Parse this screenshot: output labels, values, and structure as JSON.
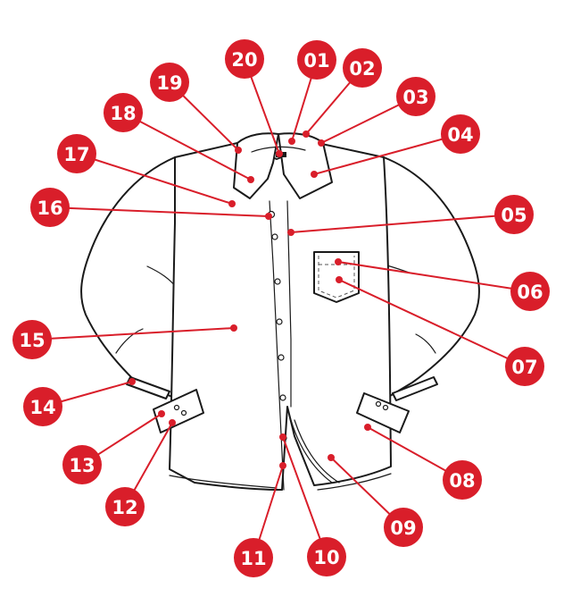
{
  "accent_color": "#d91e2a",
  "callouts": [
    {
      "label": "01"
    },
    {
      "label": "02"
    },
    {
      "label": "03"
    },
    {
      "label": "04"
    },
    {
      "label": "05"
    },
    {
      "label": "06"
    },
    {
      "label": "07"
    },
    {
      "label": "08"
    },
    {
      "label": "09"
    },
    {
      "label": "10"
    },
    {
      "label": "11"
    },
    {
      "label": "12"
    },
    {
      "label": "13"
    },
    {
      "label": "14"
    },
    {
      "label": "15"
    },
    {
      "label": "16"
    },
    {
      "label": "17"
    },
    {
      "label": "18"
    },
    {
      "label": "19"
    },
    {
      "label": "20"
    }
  ]
}
